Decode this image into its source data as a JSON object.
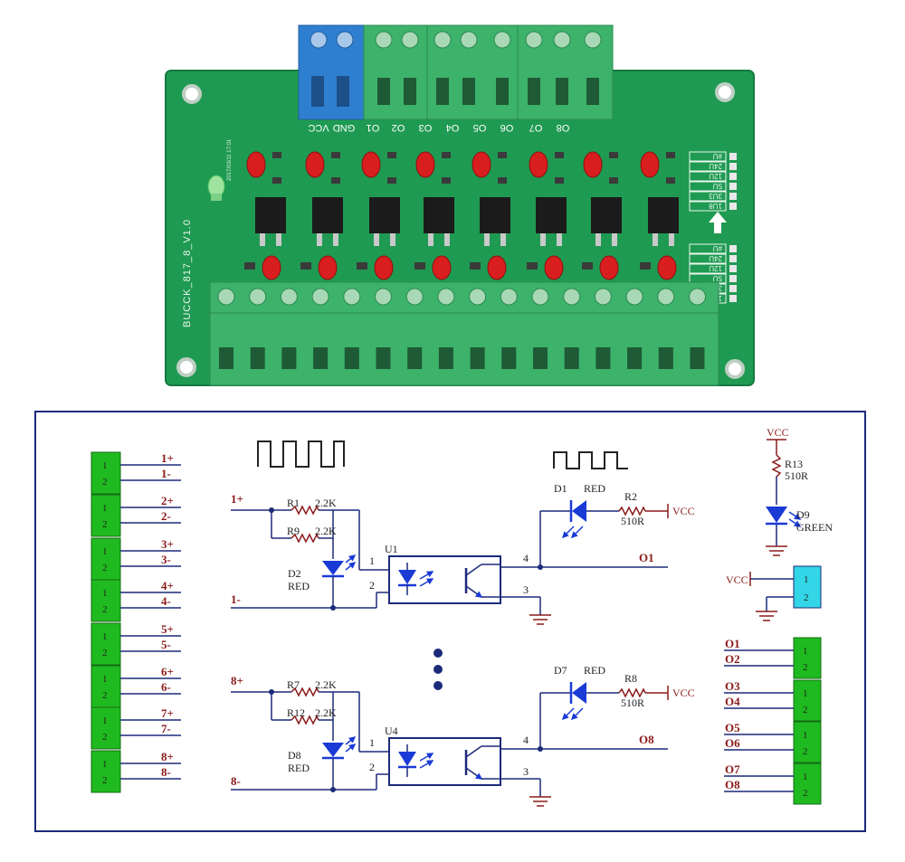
{
  "board": {
    "pcb_label": "BUCCK_817_8_V1.0",
    "date_code": "2017/03/11 17:01",
    "top_terminal_labels": [
      "VCC",
      "GND",
      "O1",
      "O2",
      "O3",
      "O4",
      "O5",
      "O6",
      "O7",
      "O8"
    ],
    "voltage_labels": [
      "#U",
      "24U",
      "12U",
      "5U",
      "3U3",
      "1U8"
    ],
    "input_voltage_labels": [
      "#U",
      "24U",
      "12U",
      "5U",
      "3U",
      "1U"
    ],
    "colors": {
      "pcb": "#1f9a52",
      "terminal_green": "#3db26b",
      "terminal_blue": "#2f7fd0",
      "led_red": "#d81e1e",
      "chip": "#1b1b1b"
    }
  },
  "schematic": {
    "input_labels": [
      "1+",
      "1-",
      "2+",
      "2-",
      "3+",
      "3-",
      "4+",
      "4-",
      "5+",
      "5-",
      "6+",
      "6-",
      "7+",
      "7-",
      "8+",
      "8-"
    ],
    "pin_labels": [
      "1",
      "2"
    ],
    "channel_top": {
      "in_plus": "1+",
      "in_minus": "1-",
      "r_a": "R1",
      "r_a_val": "2.2K",
      "r_b": "R9",
      "r_b_val": "2.2K",
      "led": "D2",
      "led_color": "RED",
      "opto": "U1",
      "pin1": "1",
      "pin2": "2",
      "pin3": "3",
      "pin4": "4",
      "out_led": "D1",
      "out_led_color": "RED",
      "out_r": "R2",
      "out_r_val": "510R",
      "vcc": "VCC",
      "out": "O1"
    },
    "channel_bottom": {
      "in_plus": "8+",
      "in_minus": "8-",
      "r_a": "R7",
      "r_a_val": "2.2K",
      "r_b": "R12",
      "r_b_val": "2.2K",
      "led": "D8",
      "led_color": "RED",
      "opto": "U4",
      "pin1": "1",
      "pin2": "2",
      "pin3": "3",
      "pin4": "4",
      "out_led": "D7",
      "out_led_color": "RED",
      "out_r": "R8",
      "out_r_val": "510R",
      "vcc": "VCC",
      "out": "O8"
    },
    "power": {
      "vcc": "VCC",
      "r": "R13",
      "r_val": "510R",
      "led": "D9",
      "led_color": "GREEN"
    },
    "power_connector": {
      "vcc": "VCC",
      "pins": [
        "1",
        "2"
      ]
    },
    "output_labels": [
      "O1",
      "O2",
      "O3",
      "O4",
      "O5",
      "O6",
      "O7",
      "O8"
    ],
    "colors": {
      "frame": "#1c2a7a",
      "wire": "#1c2a7a",
      "label": "#8a1a1a",
      "connector": "#1fba1f",
      "connector_cyan": "#33d6e6",
      "component": "#1a3ad6",
      "resistor": "#8a1a1a"
    }
  }
}
